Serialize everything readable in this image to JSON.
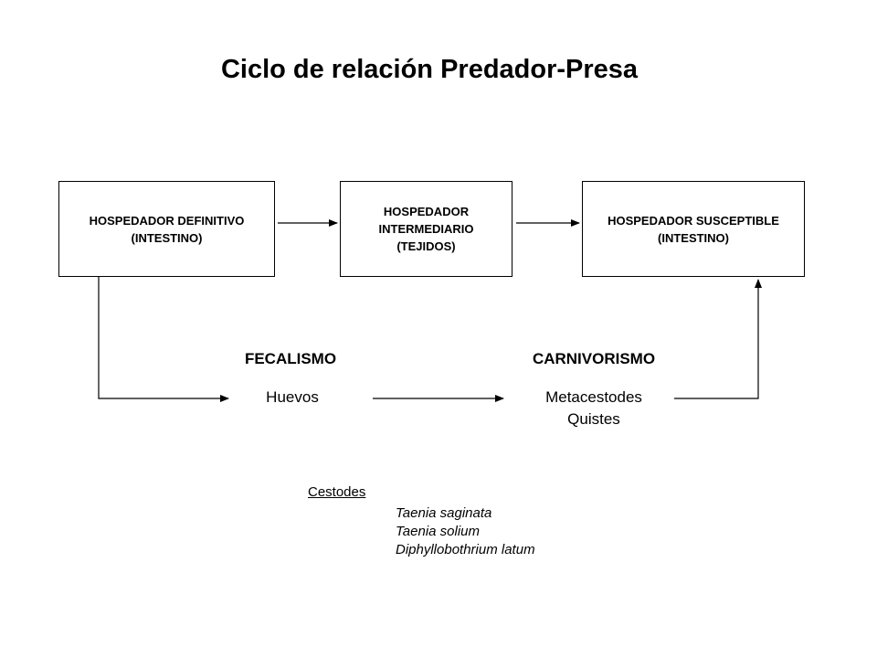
{
  "title": "Ciclo de relación Predador-Presa",
  "hosts": {
    "definitive": [
      "HOSPEDADOR DEFINITIVO",
      "(INTESTINO)"
    ],
    "intermediate": [
      "HOSPEDADOR",
      "INTERMEDIARIO",
      "(TEJIDOS)"
    ],
    "susceptible": [
      "HOSPEDADOR SUSCEPTIBLE",
      "(INTESTINO)"
    ]
  },
  "routes": {
    "fecalismo": "FECALISMO",
    "carnivorismo": "CARNIVORISMO"
  },
  "stages": {
    "huevos": "Huevos",
    "metacestodes": "Metacestodes",
    "quistes": "Quistes"
  },
  "cestodes": {
    "heading": "Cestodes",
    "species": [
      "Taenia saginata",
      "Taenia solium",
      "Diphyllobothrium latum"
    ]
  }
}
